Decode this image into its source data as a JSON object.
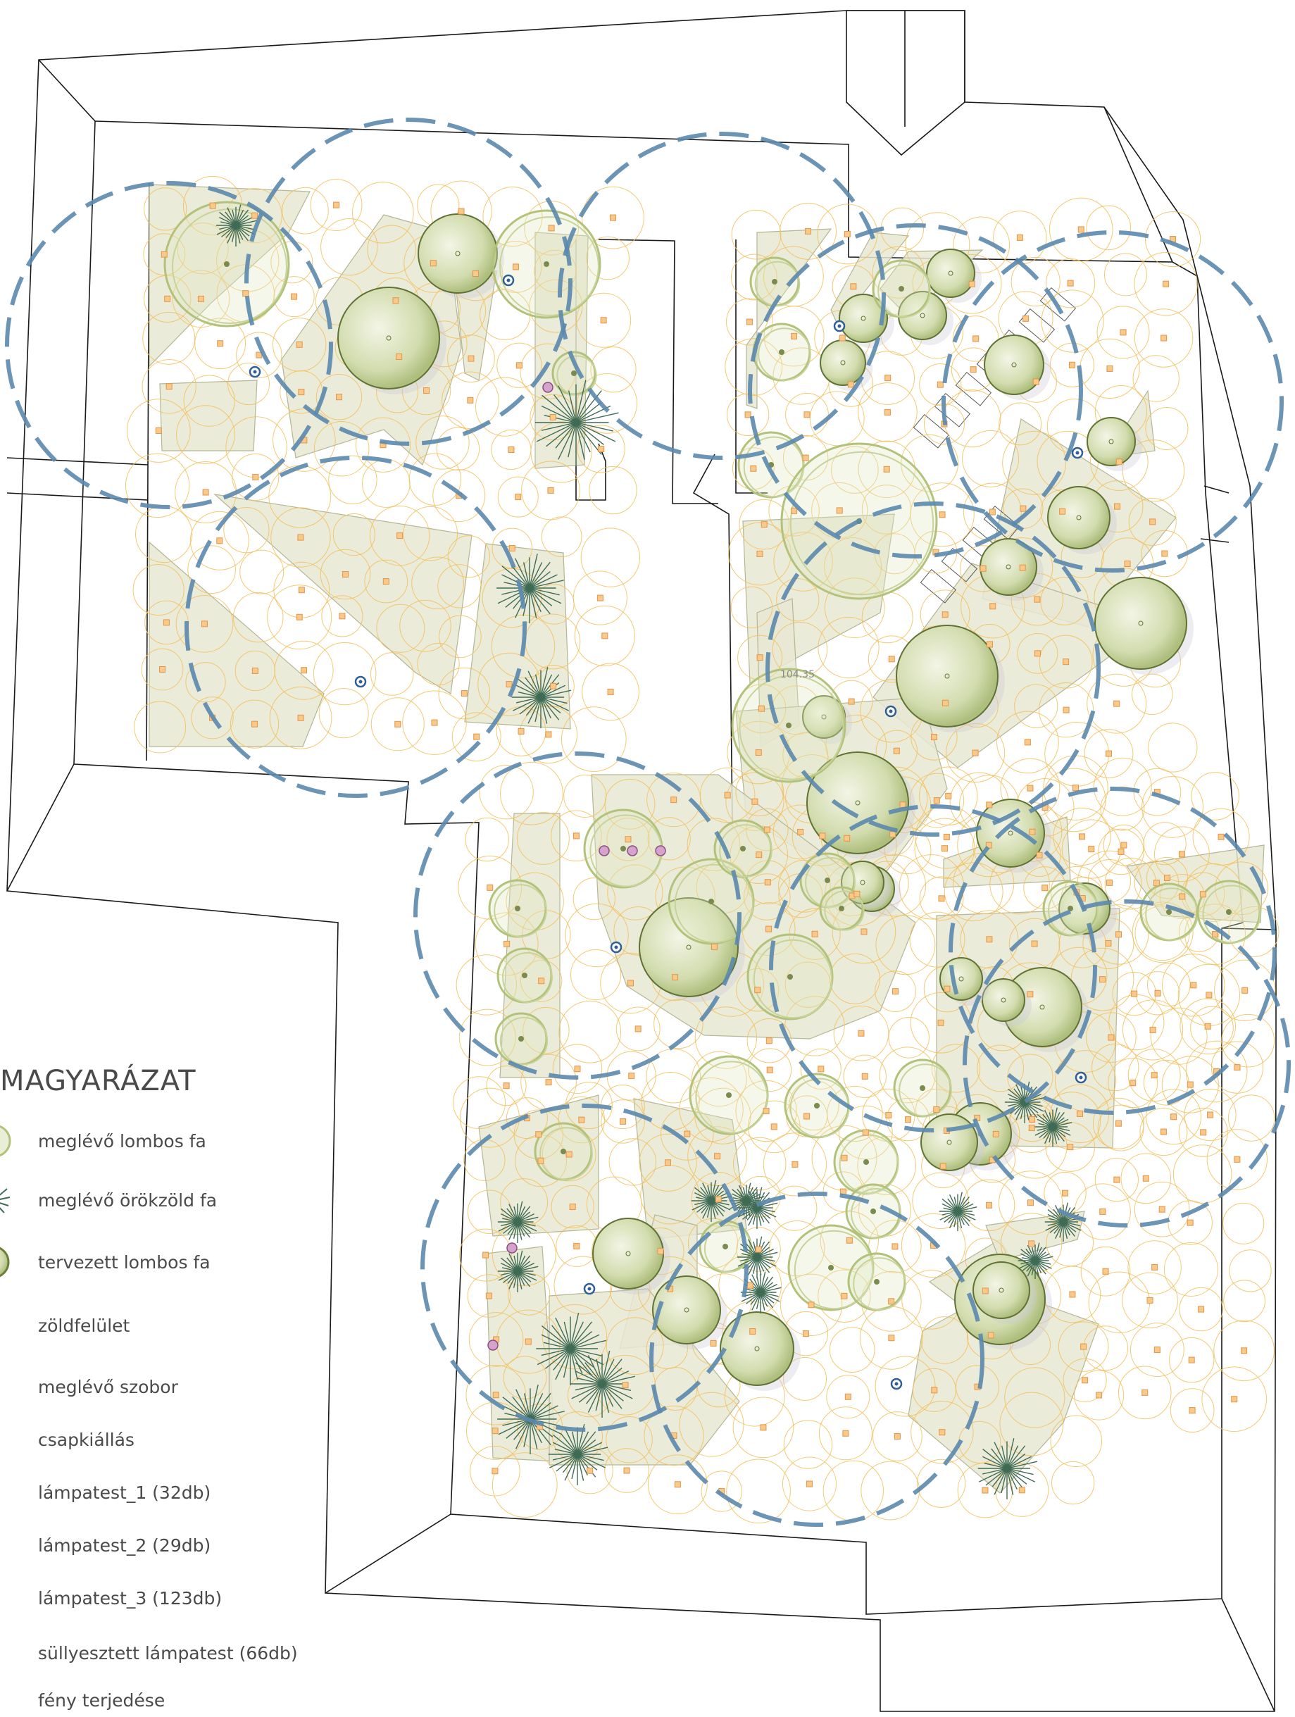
{
  "legend": {
    "title": "MAGYARÁZAT",
    "items": [
      {
        "label": "meglévő lombos fa",
        "icon": "deciduous-tree-existing"
      },
      {
        "label": "meglévő örökzöld fa",
        "icon": "evergreen-tree-existing"
      },
      {
        "label": "tervezett lombos fa",
        "icon": "deciduous-tree-planned"
      },
      {
        "label": "zöldfelület",
        "icon": "green-area"
      },
      {
        "label": "meglévő szobor",
        "icon": "statue"
      },
      {
        "label": "csapkiállás",
        "icon": "water-tap"
      },
      {
        "label": "lámpatest_1 (32db)",
        "icon": "lamp-1"
      },
      {
        "label": "lámpatest_2 (29db)",
        "icon": "lamp-2"
      },
      {
        "label": "lámpatest_3 (123db)",
        "icon": "lamp-3"
      },
      {
        "label": "süllyesztett lámpatest (66db)",
        "icon": "recessed-lamp"
      },
      {
        "label": "fény terjedése",
        "icon": "light-spread"
      }
    ]
  },
  "map": {
    "spot_height": "104.35"
  },
  "colors": {
    "green_area_fill": "#e7e8d2",
    "tree_fill": "#d2dcae",
    "tree_stroke": "#a8bb6a",
    "evergreen": "#3f6b55",
    "light_range": "#5b88ad",
    "lamp_ring": "#f2c05c",
    "lamp_marker": "#f0a24b",
    "statue": "#c98bbf",
    "tap": "#2f5f94",
    "building_line": "#1a1a1a"
  }
}
